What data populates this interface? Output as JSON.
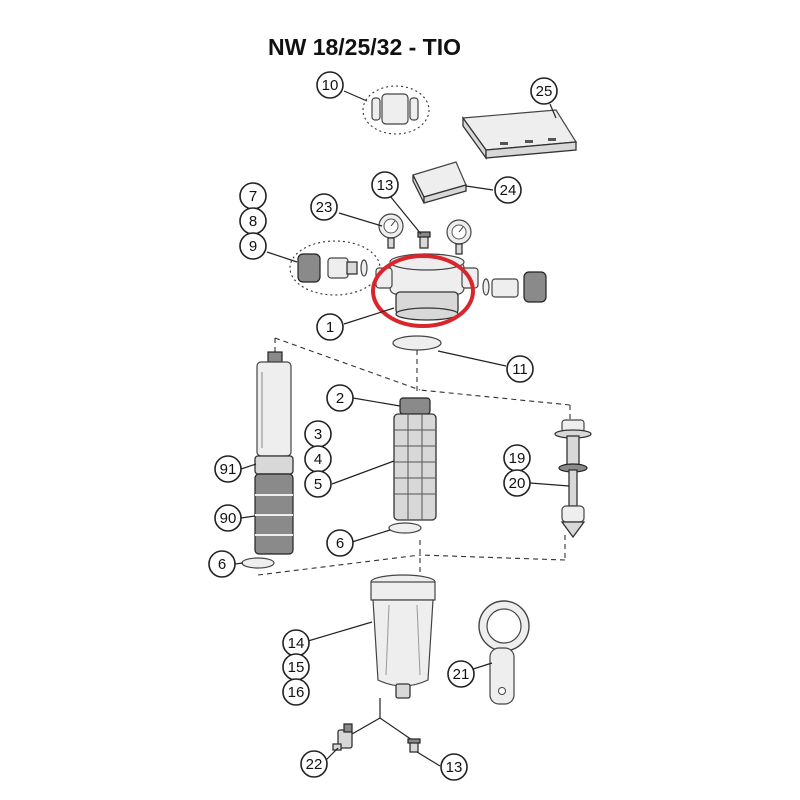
{
  "title": "NW 18/25/32 - TIO",
  "highlight_color": "#d9262c",
  "callouts": {
    "c1": "1",
    "c2": "2",
    "c3": "3",
    "c4": "4",
    "c5": "5",
    "c6a": "6",
    "c6b": "6",
    "c7": "7",
    "c8": "8",
    "c9": "9",
    "c10": "10",
    "c11": "11",
    "c13a": "13",
    "c13b": "13",
    "c14": "14",
    "c15": "15",
    "c16": "16",
    "c19": "19",
    "c20": "20",
    "c21": "21",
    "c22": "22",
    "c23": "23",
    "c24": "24",
    "c25": "25",
    "c90": "90",
    "c91": "91"
  }
}
